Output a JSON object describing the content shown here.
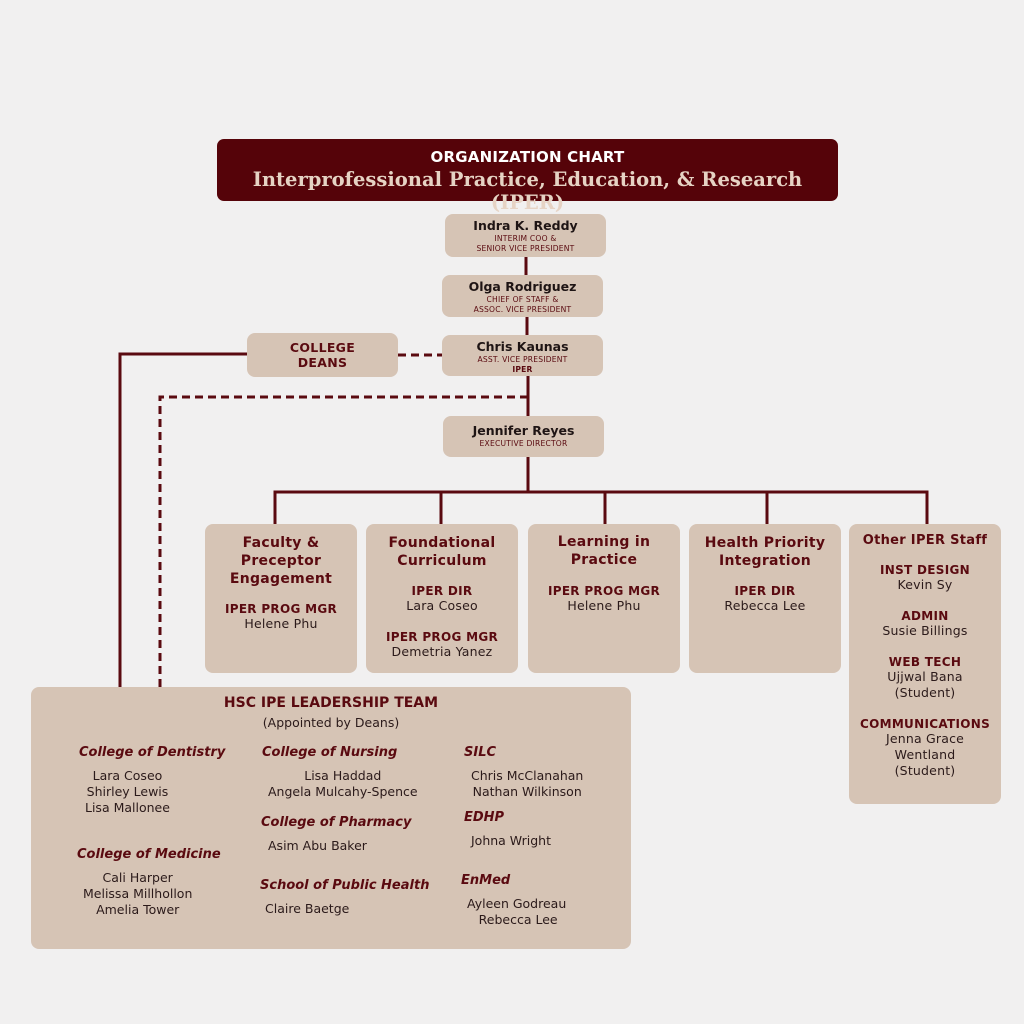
{
  "header": {
    "line1": "ORGANIZATION CHART",
    "line2": "Interprofessional Practice, Education, & Research (IPER)"
  },
  "executives": [
    {
      "name": "Indra K. Reddy",
      "title_lines": [
        "INTERIM COO &",
        "SENIOR VICE PRESIDENT"
      ]
    },
    {
      "name": "Olga Rodriguez",
      "title_lines": [
        "CHIEF OF STAFF &",
        "ASSOC. VICE PRESIDENT"
      ]
    },
    {
      "name": "Chris Kaunas",
      "title_lines": [
        "ASST. VICE PRESIDENT"
      ],
      "unit": "IPER"
    },
    {
      "name": "Jennifer Reyes",
      "title_lines": [
        "EXECUTIVE DIRECTOR"
      ]
    }
  ],
  "college_deans": [
    "COLLEGE",
    "DEANS"
  ],
  "departments": [
    {
      "title_lines": [
        "Faculty & Preceptor",
        "Engagement"
      ],
      "staff": [
        {
          "role": "IPER PROG MGR",
          "names": [
            "Helene Phu"
          ]
        }
      ]
    },
    {
      "title_lines": [
        "Foundational",
        "Curriculum"
      ],
      "staff": [
        {
          "role": "IPER DIR",
          "names": [
            "Lara Coseo"
          ]
        },
        {
          "role": "IPER PROG MGR",
          "names": [
            "Demetria Yanez"
          ]
        }
      ]
    },
    {
      "title_lines": [
        "Learning in",
        "Practice"
      ],
      "staff": [
        {
          "role": "IPER PROG MGR",
          "names": [
            "Helene Phu"
          ]
        }
      ]
    },
    {
      "title_lines": [
        "Health Priority",
        "Integration"
      ],
      "staff": [
        {
          "role": "IPER DIR",
          "names": [
            "Rebecca Lee"
          ]
        }
      ]
    }
  ],
  "other_staff": {
    "title": "Other IPER Staff",
    "staff": [
      {
        "role": "INST DESIGN",
        "names": [
          "Kevin Sy"
        ]
      },
      {
        "role": "ADMIN",
        "names": [
          "Susie Billings"
        ]
      },
      {
        "role": "WEB TECH",
        "names": [
          "Ujjwal Bana",
          "(Student)"
        ]
      },
      {
        "role": "COMMUNICATIONS",
        "names": [
          "Jenna Grace",
          "Wentland",
          "(Student)"
        ]
      }
    ]
  },
  "leadership": {
    "title": "HSC IPE LEADERSHIP TEAM",
    "subtitle": "(Appointed by Deans)",
    "groups": [
      {
        "name": "College of Dentistry",
        "members": [
          "Lara Coseo",
          "Shirley Lewis",
          "Lisa Mallonee"
        ]
      },
      {
        "name": "College of Medicine",
        "members": [
          "Cali Harper",
          "Melissa Millhollon",
          "Amelia Tower"
        ]
      },
      {
        "name": "College of Nursing",
        "members": [
          "Lisa Haddad",
          "Angela Mulcahy-Spence"
        ]
      },
      {
        "name": "College of Pharmacy",
        "members": [
          "Asim Abu Baker"
        ]
      },
      {
        "name": "School of Public Health",
        "members": [
          "Claire Baetge"
        ]
      },
      {
        "name": "SILC",
        "members": [
          "Chris McClanahan",
          "Nathan Wilkinson"
        ]
      },
      {
        "name": "EDHP",
        "members": [
          "Johna Wright"
        ]
      },
      {
        "name": "EnMed",
        "members": [
          "Ayleen Godreau",
          "Rebecca Lee"
        ]
      }
    ]
  },
  "colors": {
    "maroon": "#550309",
    "box": "#d6c4b5",
    "line": "#5a0a10",
    "background": "#f1f0f0"
  }
}
